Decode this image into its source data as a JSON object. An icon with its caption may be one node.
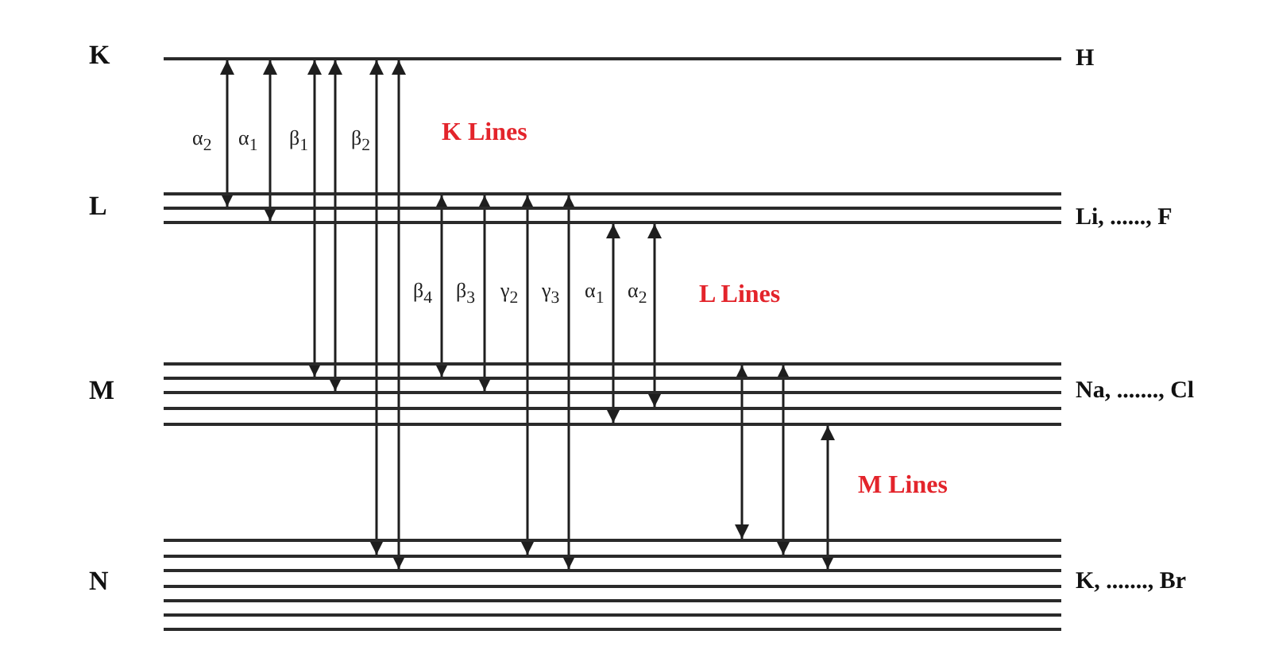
{
  "diagram": {
    "nodes": [
      {
        "text": [
          "K"
        ],
        "beside": [
          "H"
        ]
      },
      {
        "text": [],
        "shape": "bar",
        "in": 0
      },
      {
        "text": [
          "L"
        ],
        "beside": [
          "Li, ......, F"
        ]
      },
      {
        "text": [],
        "shape": "bar",
        "in": 2
      },
      {
        "text": [],
        "shape": "bar",
        "in": 2
      },
      {
        "text": [],
        "shape": "bar",
        "in": 2
      },
      {
        "text": [
          "M"
        ],
        "beside": [
          "Na, ......., Cl"
        ]
      },
      {
        "text": [],
        "shape": "bar",
        "in": 6
      },
      {
        "text": [],
        "shape": "bar",
        "in": 6
      },
      {
        "text": [],
        "shape": "bar",
        "in": 6
      },
      {
        "text": [],
        "shape": "bar",
        "in": 6
      },
      {
        "text": [],
        "shape": "bar",
        "in": 6
      },
      {
        "text": [
          "N"
        ],
        "beside": [
          "K, ......., Br"
        ]
      },
      {
        "text": [],
        "shape": "bar",
        "in": 12
      },
      {
        "text": [],
        "shape": "bar",
        "in": 12
      },
      {
        "text": [],
        "shape": "bar",
        "in": 12
      },
      {
        "text": [],
        "shape": "bar",
        "in": 12
      },
      {
        "text": [],
        "shape": "bar",
        "in": 12
      },
      {
        "text": [],
        "shape": "bar",
        "in": 12
      },
      {
        "text": [],
        "shape": "bar",
        "in": 12
      }
    ],
    "edges": [
      {
        "from": 1,
        "to": 4,
        "arrow": "both",
        "label": "α$_{2}$"
      },
      {
        "from": 1,
        "to": 5,
        "arrow": "both",
        "label": "α$_{1}$"
      },
      {
        "from": 1,
        "to": 8,
        "arrow": "both",
        "label": "β$_{1}$"
      },
      {
        "from": 1,
        "to": 9,
        "arrow": "both"
      },
      {
        "from": 1,
        "to": 14,
        "arrow": "both",
        "label": "β$_{2}$"
      },
      {
        "from": 1,
        "to": 15,
        "arrow": "both"
      },
      {
        "from": 3,
        "to": 8,
        "arrow": "both",
        "label": "β$_{4}$"
      },
      {
        "from": 3,
        "to": 9,
        "arrow": "both",
        "label": "β$_{3}$"
      },
      {
        "from": 3,
        "to": 14,
        "arrow": "both",
        "label": "γ$_{2}$"
      },
      {
        "from": 3,
        "to": 15,
        "arrow": "both",
        "label": "γ$_{3}$"
      },
      {
        "from": 5,
        "to": 11,
        "arrow": "both",
        "label": "α$_{1}$"
      },
      {
        "from": 5,
        "to": 10,
        "arrow": "both",
        "label": "α$_{2}$"
      },
      {
        "from": 7,
        "to": 13,
        "arrow": "both"
      },
      {
        "from": 7,
        "to": 14,
        "arrow": "both"
      },
      {
        "from": 11,
        "to": 15,
        "arrow": "both"
      }
    ],
    "labels": [
      "K Lines",
      "L Lines",
      "M Lines"
    ]
  }
}
